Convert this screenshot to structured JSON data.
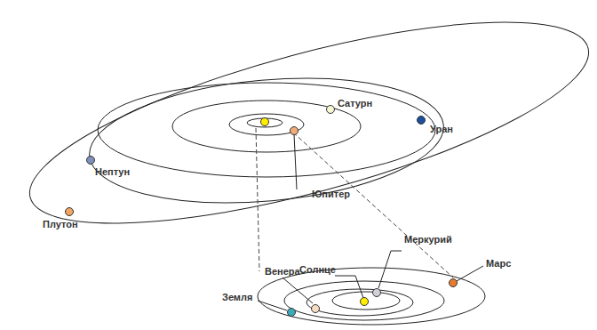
{
  "diagram": {
    "labels": [
      "Сатурн",
      "Уран",
      "Нептун",
      "Юпитер",
      "Плутон",
      "Меркурий",
      "Солнце",
      "Венера",
      "Марс",
      "Земля"
    ]
  }
}
